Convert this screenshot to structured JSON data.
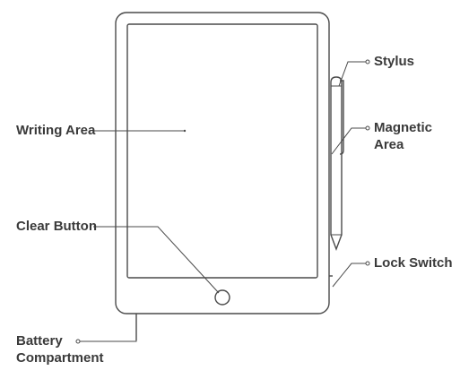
{
  "labels": {
    "stylus": "Stylus",
    "magnetic_area_line1": "Magnetic",
    "magnetic_area_line2": "Area",
    "writing_area": "Writing Area",
    "clear_button": "Clear Button",
    "lock_switch": "Lock Switch",
    "battery_line1": "Battery",
    "battery_line2": "Compartment"
  },
  "colors": {
    "line": "#4a4a4a",
    "text": "#3a3a3a",
    "background": "#ffffff"
  }
}
